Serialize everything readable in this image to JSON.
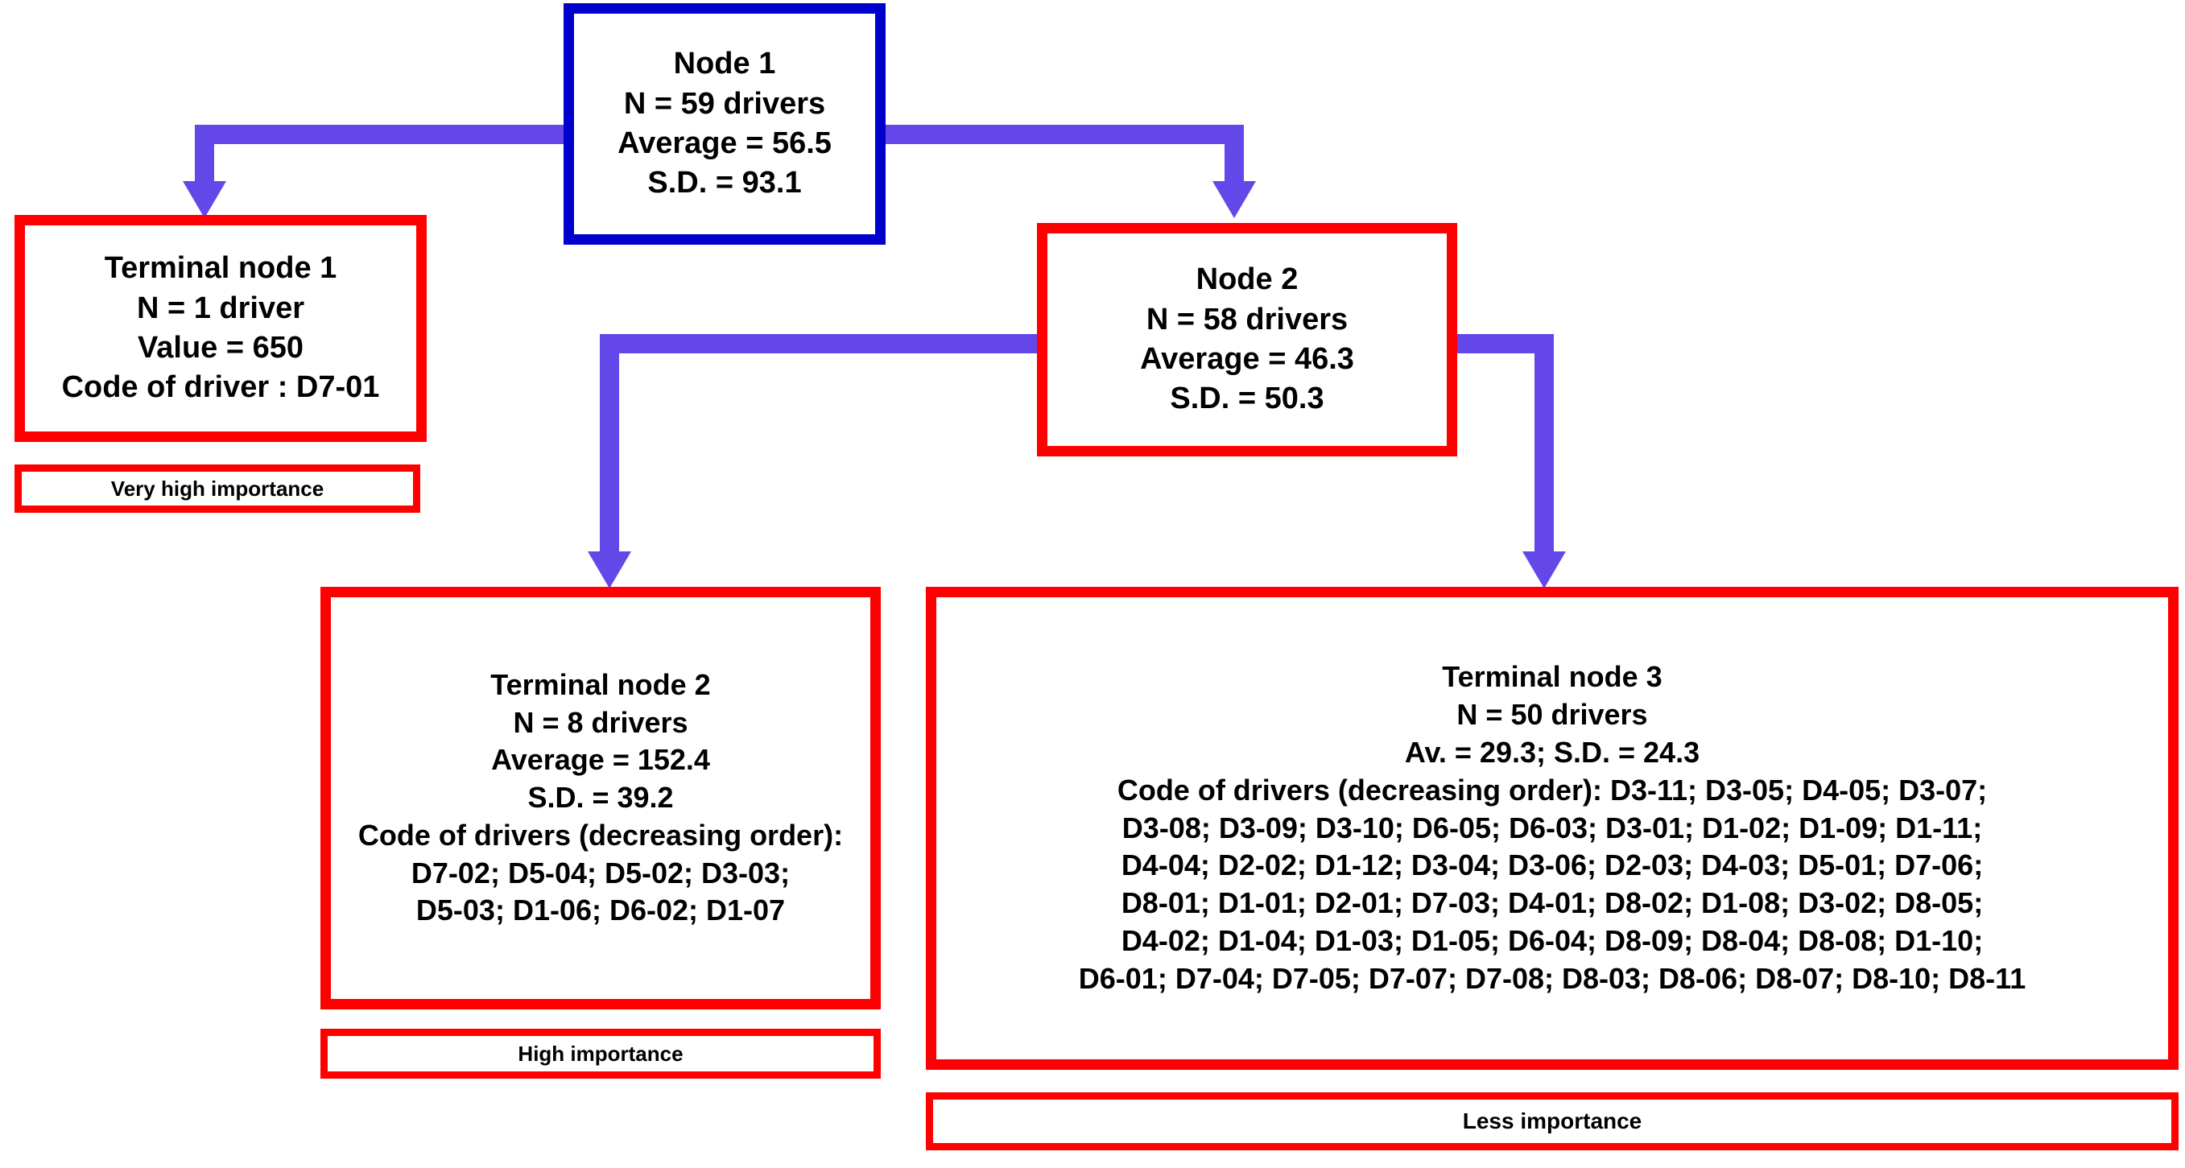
{
  "diagram": {
    "type": "decision-tree",
    "title_visible": false,
    "colors": {
      "root_border": "#0000cc",
      "node_border": "#ff0000",
      "connector": "#6347e8",
      "text": "#000000",
      "background": "#ffffff"
    }
  },
  "nodes": {
    "root": {
      "id": "node-1",
      "title": "Node 1",
      "n": "N = 59 drivers",
      "average": "Average = 56.5",
      "sd": "S.D. = 93.1"
    },
    "terminal1": {
      "id": "terminal-node-1",
      "title": "Terminal node 1",
      "n": "N = 1 driver",
      "value": "Value = 650",
      "codes": "Code of driver : D7-01"
    },
    "node2": {
      "id": "node-2",
      "title": "Node 2",
      "n": "N = 58 drivers",
      "average": "Average = 46.3",
      "sd": "S.D. = 50.3"
    },
    "terminal2": {
      "id": "terminal-node-2",
      "title": "Terminal node 2",
      "n": "N = 8 drivers",
      "average": "Average = 152.4",
      "sd": "S.D. = 39.2",
      "codes_label": "Code of drivers (decreasing order):",
      "codes_line1": "D7-02; D5-04; D5-02; D3-03;",
      "codes_line2": "D5-03; D1-06; D6-02; D1-07"
    },
    "terminal3": {
      "id": "terminal-node-3",
      "title": "Terminal node 3",
      "n": "N = 50 drivers",
      "stats": "Av. = 29.3; S.D. = 24.3",
      "codes_line1": "Code of drivers (decreasing order): D3-11; D3-05; D4-05; D3-07;",
      "codes_line2": "D3-08; D3-09; D3-10; D6-05; D6-03; D3-01; D1-02; D1-09; D1-11;",
      "codes_line3": "D4-04; D2-02; D1-12; D3-04; D3-06; D2-03; D4-03; D5-01; D7-06;",
      "codes_line4": "D8-01; D1-01; D2-01; D7-03; D4-01; D8-02; D1-08; D3-02; D8-05;",
      "codes_line5": "D4-02; D1-04; D1-03; D1-05; D6-04; D8-09; D8-04; D8-08; D1-10;",
      "codes_line6": "D6-01; D7-04; D7-05; D7-07; D7-08; D8-03; D8-06; D8-07; D8-10; D8-11"
    }
  },
  "legends": {
    "very_high": "Very high importance",
    "high": "High importance",
    "less": "Less importance"
  },
  "chart_data": {
    "type": "table",
    "title": "Regression tree of drivers by value",
    "tree": [
      {
        "node": "Node 1",
        "role": "root",
        "n": 59,
        "average": 56.5,
        "sd": 93.1,
        "children": [
          "Terminal node 1",
          "Node 2"
        ]
      },
      {
        "node": "Terminal node 1",
        "role": "leaf",
        "n": 1,
        "value": 650,
        "importance": "Very high importance",
        "drivers": [
          "D7-01"
        ]
      },
      {
        "node": "Node 2",
        "role": "internal",
        "n": 58,
        "average": 46.3,
        "sd": 50.3,
        "children": [
          "Terminal node 2",
          "Terminal node 3"
        ]
      },
      {
        "node": "Terminal node 2",
        "role": "leaf",
        "n": 8,
        "average": 152.4,
        "sd": 39.2,
        "importance": "High importance",
        "drivers": [
          "D7-02",
          "D5-04",
          "D5-02",
          "D3-03",
          "D5-03",
          "D1-06",
          "D6-02",
          "D1-07"
        ]
      },
      {
        "node": "Terminal node 3",
        "role": "leaf",
        "n": 50,
        "average": 29.3,
        "sd": 24.3,
        "importance": "Less importance",
        "drivers": [
          "D3-11",
          "D3-05",
          "D4-05",
          "D3-07",
          "D3-08",
          "D3-09",
          "D3-10",
          "D6-05",
          "D6-03",
          "D3-01",
          "D1-02",
          "D1-09",
          "D1-11",
          "D4-04",
          "D2-02",
          "D1-12",
          "D3-04",
          "D3-06",
          "D2-03",
          "D4-03",
          "D5-01",
          "D7-06",
          "D8-01",
          "D1-01",
          "D2-01",
          "D7-03",
          "D4-01",
          "D8-02",
          "D1-08",
          "D3-02",
          "D8-05",
          "D4-02",
          "D1-04",
          "D1-03",
          "D1-05",
          "D6-04",
          "D8-09",
          "D8-04",
          "D8-08",
          "D1-10",
          "D6-01",
          "D7-04",
          "D7-05",
          "D7-07",
          "D7-08",
          "D8-03",
          "D8-06",
          "D8-07",
          "D8-10",
          "D8-11"
        ]
      }
    ]
  }
}
